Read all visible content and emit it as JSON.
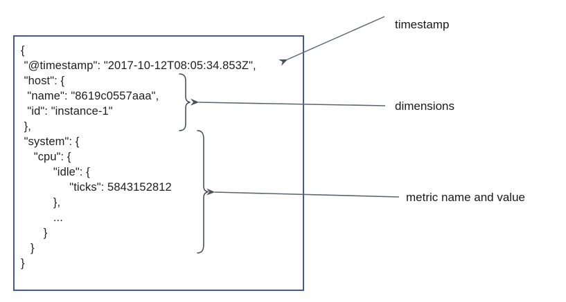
{
  "figure": {
    "description": "Annotated example of a metrics JSON document",
    "code": {
      "lines": [
        "{",
        " \"@timestamp\": \"2017-10-12T08:05:34.853Z\",",
        " \"host\": {",
        "  \"name\": \"8619c0557aaa\",",
        "  \"id\": \"instance-1\"",
        " },",
        " \"system\": {",
        "    \"cpu\": {",
        "          \"idle\": {",
        "               \"ticks\": 5843152812",
        "          },",
        "          ...",
        "       }",
        "   }",
        "}"
      ]
    },
    "annotations": {
      "timestamp_label": "timestamp",
      "dimensions_label": "dimensions",
      "metric_label": "metric name and value"
    },
    "colors": {
      "box_border": "#44598f",
      "code_text": "#1d1d1f",
      "arrow": "#5c6370",
      "brace": "#3e4454"
    }
  }
}
